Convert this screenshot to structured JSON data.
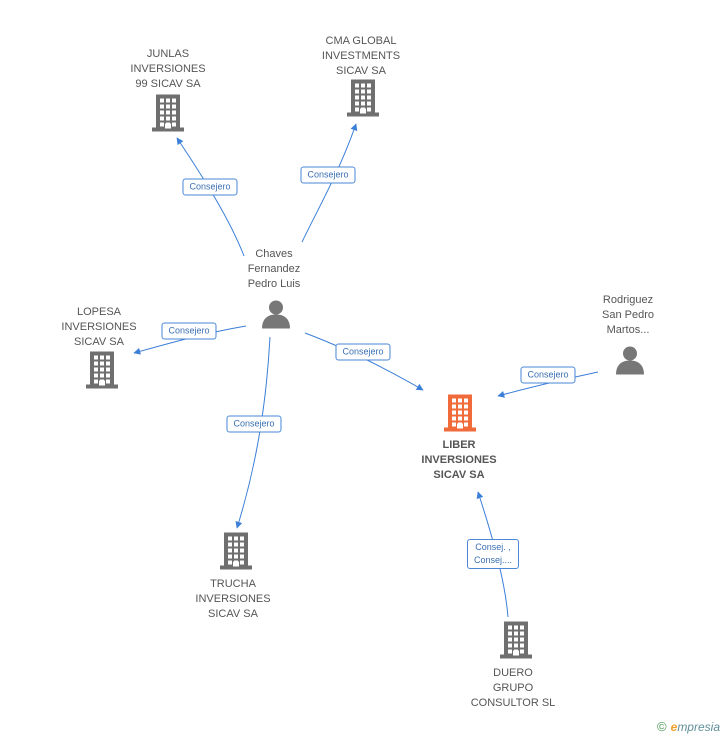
{
  "colors": {
    "edge": "#3c7fd8",
    "building": "#6f6f6f",
    "focus_building": "#f06a3a",
    "person": "#777777"
  },
  "nodes": [
    {
      "id": "junlas",
      "type": "company",
      "label": "JUNLAS\nINVERSIONES\n99 SICAV SA",
      "icon": "building-icon"
    },
    {
      "id": "cma",
      "type": "company",
      "label": "CMA GLOBAL\nINVESTMENTS\nSICAV SA",
      "icon": "building-icon"
    },
    {
      "id": "chaves",
      "type": "person",
      "label": "Chaves\nFernandez\nPedro Luis",
      "icon": "person-icon"
    },
    {
      "id": "lopesa",
      "type": "company",
      "label": "LOPESA\nINVERSIONES\nSICAV SA",
      "icon": "building-icon"
    },
    {
      "id": "rodriguez",
      "type": "person",
      "label": "Rodriguez\nSan Pedro\nMartos...",
      "icon": "person-icon"
    },
    {
      "id": "liber",
      "type": "company",
      "focus": true,
      "label": "LIBER\nINVERSIONES\nSICAV SA",
      "icon": "building-icon"
    },
    {
      "id": "trucha",
      "type": "company",
      "label": "TRUCHA\nINVERSIONES\nSICAV SA",
      "icon": "building-icon"
    },
    {
      "id": "duero",
      "type": "company",
      "label": "DUERO\nGRUPO\nCONSULTOR SL",
      "icon": "building-icon"
    }
  ],
  "edges": [
    {
      "from": "chaves",
      "to": "junlas",
      "label": "Consejero"
    },
    {
      "from": "chaves",
      "to": "cma",
      "label": "Consejero"
    },
    {
      "from": "chaves",
      "to": "lopesa",
      "label": "Consejero"
    },
    {
      "from": "chaves",
      "to": "liber",
      "label": "Consejero"
    },
    {
      "from": "chaves",
      "to": "trucha",
      "label": "Consejero"
    },
    {
      "from": "rodriguez",
      "to": "liber",
      "label": "Consejero"
    },
    {
      "from": "duero",
      "to": "liber",
      "label": "Consej. ,\nConsej...."
    }
  ],
  "brand": {
    "copyright": "©",
    "e": "e",
    "rest": "mpresia"
  }
}
